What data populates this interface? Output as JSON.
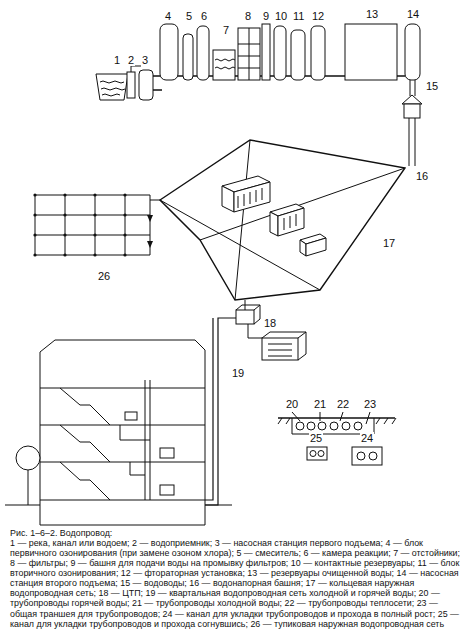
{
  "diagram": {
    "caption": "Рис. 1–6–2. Водопровод:",
    "labels": [
      "1",
      "2",
      "3",
      "4",
      "5",
      "6",
      "7",
      "8",
      "9",
      "10",
      "11",
      "12",
      "13",
      "14",
      "15",
      "16",
      "17",
      "18",
      "19",
      "20",
      "21",
      "22",
      "23",
      "24",
      "25",
      "26",
      "1 — река, канал или водоем; 2 — водоприемник; 3 — насосная станция первого подъема; 4 — блок первичного озонирования (при замене озоном хлора); 5 — смеситель; 6 — камера реакции; 7 — отстойники; 8 — фильтры; 9 — башня для подачи воды на промывку фильтров; 10 — контактные резервуары; 11 — блок вторичного озонирования; 12 — фтораторная установка; 13 — резервуары очищенной воды; 14 — насосная станция второго подъема; 15 — водоводы; 16 — водонапорная башня; 17 — кольцевая наружная водопроводная сеть; 18 — ЦТП; 19 — квартальная водопроводная сеть холодной и горячей воды; 20 — трубопроводы горячей воды; 21 — трубопроводы холодной воды; 22 — трубопроводы теплосети; 23 — общая траншея для трубопроводов; 24 — канал для укладки трубопроводов и прохода в полный рост; 25 — канал для укладки трубопроводов и прохода согнувшись; 26 — тупиковая наружная водопроводная сеть"
    ]
  }
}
